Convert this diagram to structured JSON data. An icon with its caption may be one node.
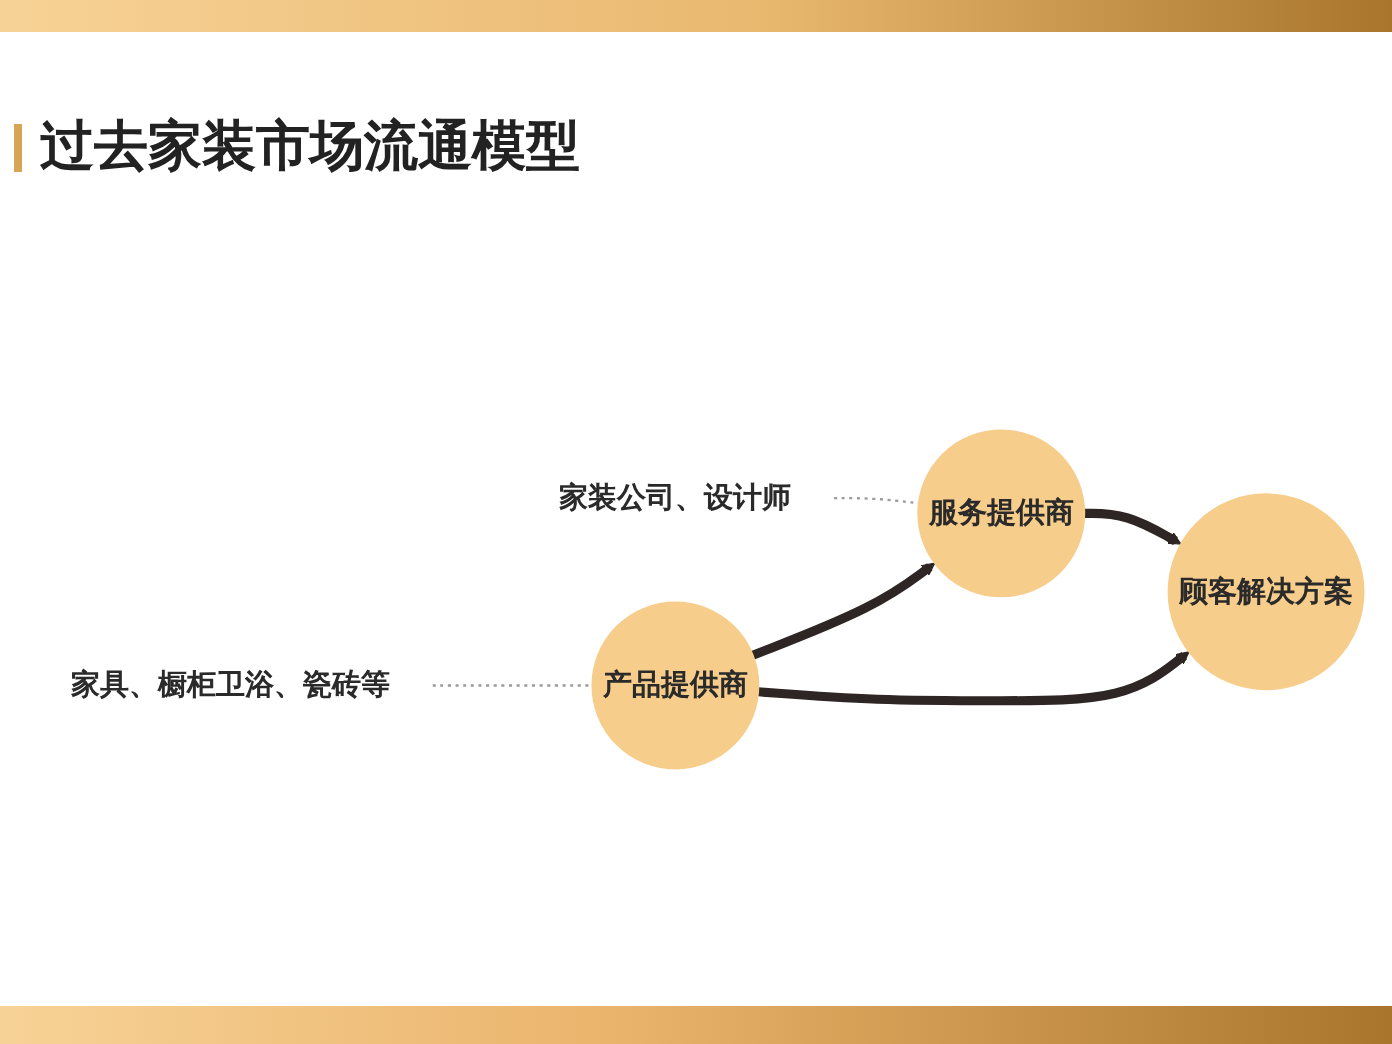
{
  "diagram": {
    "title": "过去家装市场流通模型",
    "nodes": [
      {
        "text": [
          "家具、橱柜卫浴、瓷砖等"
        ]
      },
      {
        "text": [
          "顾客解决方案"
        ]
      },
      {
        "text": [
          "家装公司、设计师"
        ]
      },
      {
        "text": [
          "产品提供商"
        ]
      },
      {
        "text": [
          "服务提供商"
        ]
      }
    ],
    "edges": [
      {
        "from": 0,
        "to": 3,
        "arrow": "none",
        "style": "dashed",
        "color": "#9a9a9a"
      },
      {
        "from": 2,
        "to": 4,
        "arrow": "none",
        "style": "dashed",
        "color": "#9a9a9a"
      },
      {
        "from": 3,
        "to": 1,
        "arrow": "to"
      },
      {
        "from": 4,
        "to": 1,
        "arrow": "to"
      },
      {
        "from": 3,
        "to": 4,
        "arrow": "to"
      }
    ]
  }
}
